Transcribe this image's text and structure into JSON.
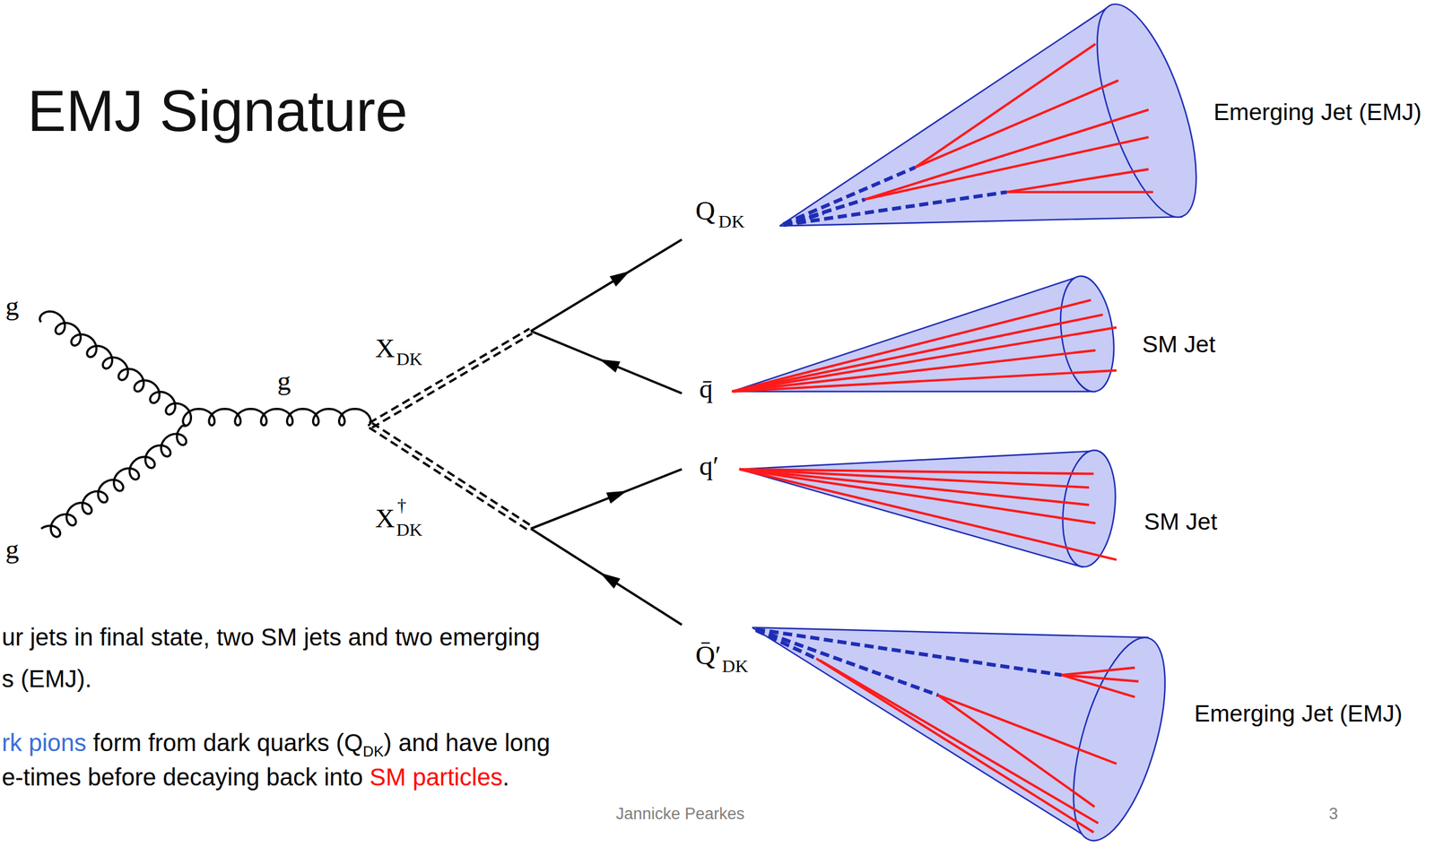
{
  "diagram": {
    "title": "EMJ Signature",
    "labels": [
      "g",
      "g",
      "g",
      "X",
      "DK",
      "X",
      "†",
      "DK",
      "Q",
      "DK",
      "q̄",
      "q′",
      "Q̄′",
      "DK",
      "Emerging Jet (EMJ)",
      "SM Jet",
      "SM Jet",
      "Emerging Jet (EMJ)",
      "ur jets in final state, two SM jets and two emerging",
      "s (EMJ).",
      "rk pions",
      "form from dark quarks (Q",
      "DK",
      ") and have long",
      "e-times before decaying back into",
      "SM particles",
      ".",
      "Jannicke Pearkes",
      "3"
    ]
  }
}
